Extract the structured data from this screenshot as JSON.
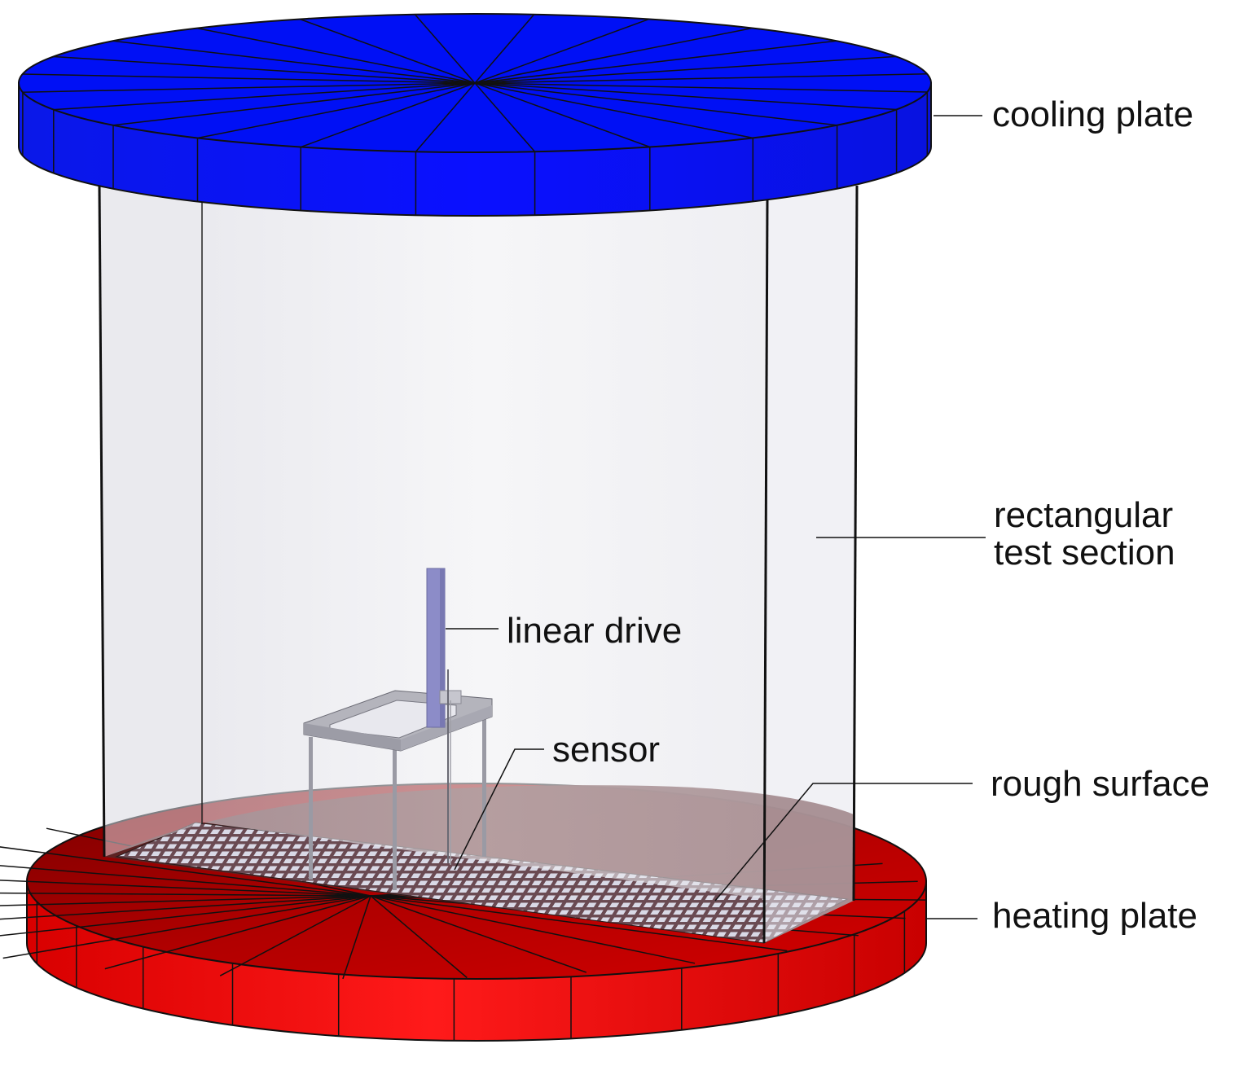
{
  "labels": {
    "cooling_plate": "cooling plate",
    "test_section_line1": "rectangular",
    "test_section_line2": "test section",
    "linear_drive": "linear drive",
    "sensor": "sensor",
    "rough_surface": "rough surface",
    "heating_plate": "heating plate"
  },
  "colors": {
    "cooling_plate_top": "#0010f5",
    "cooling_plate_side": "#0a14e6",
    "heating_plate_top": "#c80000",
    "heating_plate_side": "#ff1010",
    "test_section_glass": "#e9e9ee",
    "floor": "#5a2424",
    "rough_cells": "#d9d9e6",
    "linear_drive": "#8c8cc8",
    "frame": "#b4b4bc"
  }
}
